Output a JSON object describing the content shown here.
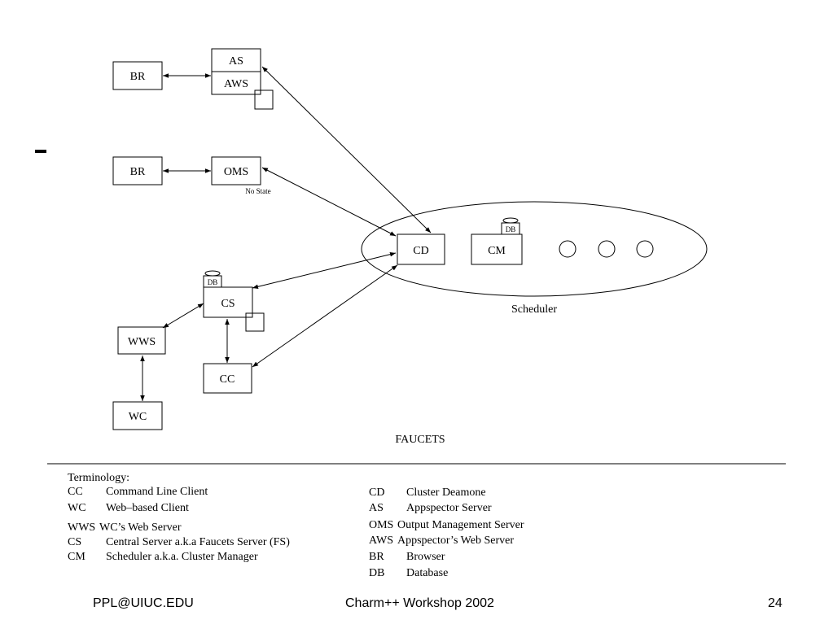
{
  "diagram": {
    "caption": "FAUCETS",
    "nodes": {
      "br1": "BR",
      "as": "AS",
      "aws": "AWS",
      "br2": "BR",
      "oms": "OMS",
      "oms_note": "No State",
      "cd": "CD",
      "cm": "CM",
      "cm_db": "DB",
      "scheduler": "Scheduler",
      "cs": "CS",
      "cs_db": "DB",
      "wws": "WWS",
      "wc": "WC",
      "cc": "CC"
    }
  },
  "terminology": {
    "heading": "Terminology:",
    "left": [
      {
        "abbr": "CC",
        "desc": "Command Line Client"
      },
      {
        "abbr": "WC",
        "desc": "Web–based Client"
      },
      {
        "abbr": "WWS",
        "desc": "WC’s Web Server"
      },
      {
        "abbr": "CS",
        "desc": "Central Server a.k.a Faucets Server (FS)"
      },
      {
        "abbr": "CM",
        "desc": "Scheduler a.k.a. Cluster Manager"
      }
    ],
    "right": [
      {
        "abbr": "CD",
        "desc": "Cluster Deamone"
      },
      {
        "abbr": "AS",
        "desc": "Appspector Server"
      },
      {
        "abbr": "OMS",
        "desc": "Output Management Server"
      },
      {
        "abbr": "AWS",
        "desc": "Appspector’s Web Server"
      },
      {
        "abbr": "BR",
        "desc": "Browser"
      },
      {
        "abbr": "DB",
        "desc": "Database"
      }
    ]
  },
  "footer": {
    "left": "PPL@UIUC.EDU",
    "center": "Charm++ Workshop 2002",
    "page": "24"
  }
}
